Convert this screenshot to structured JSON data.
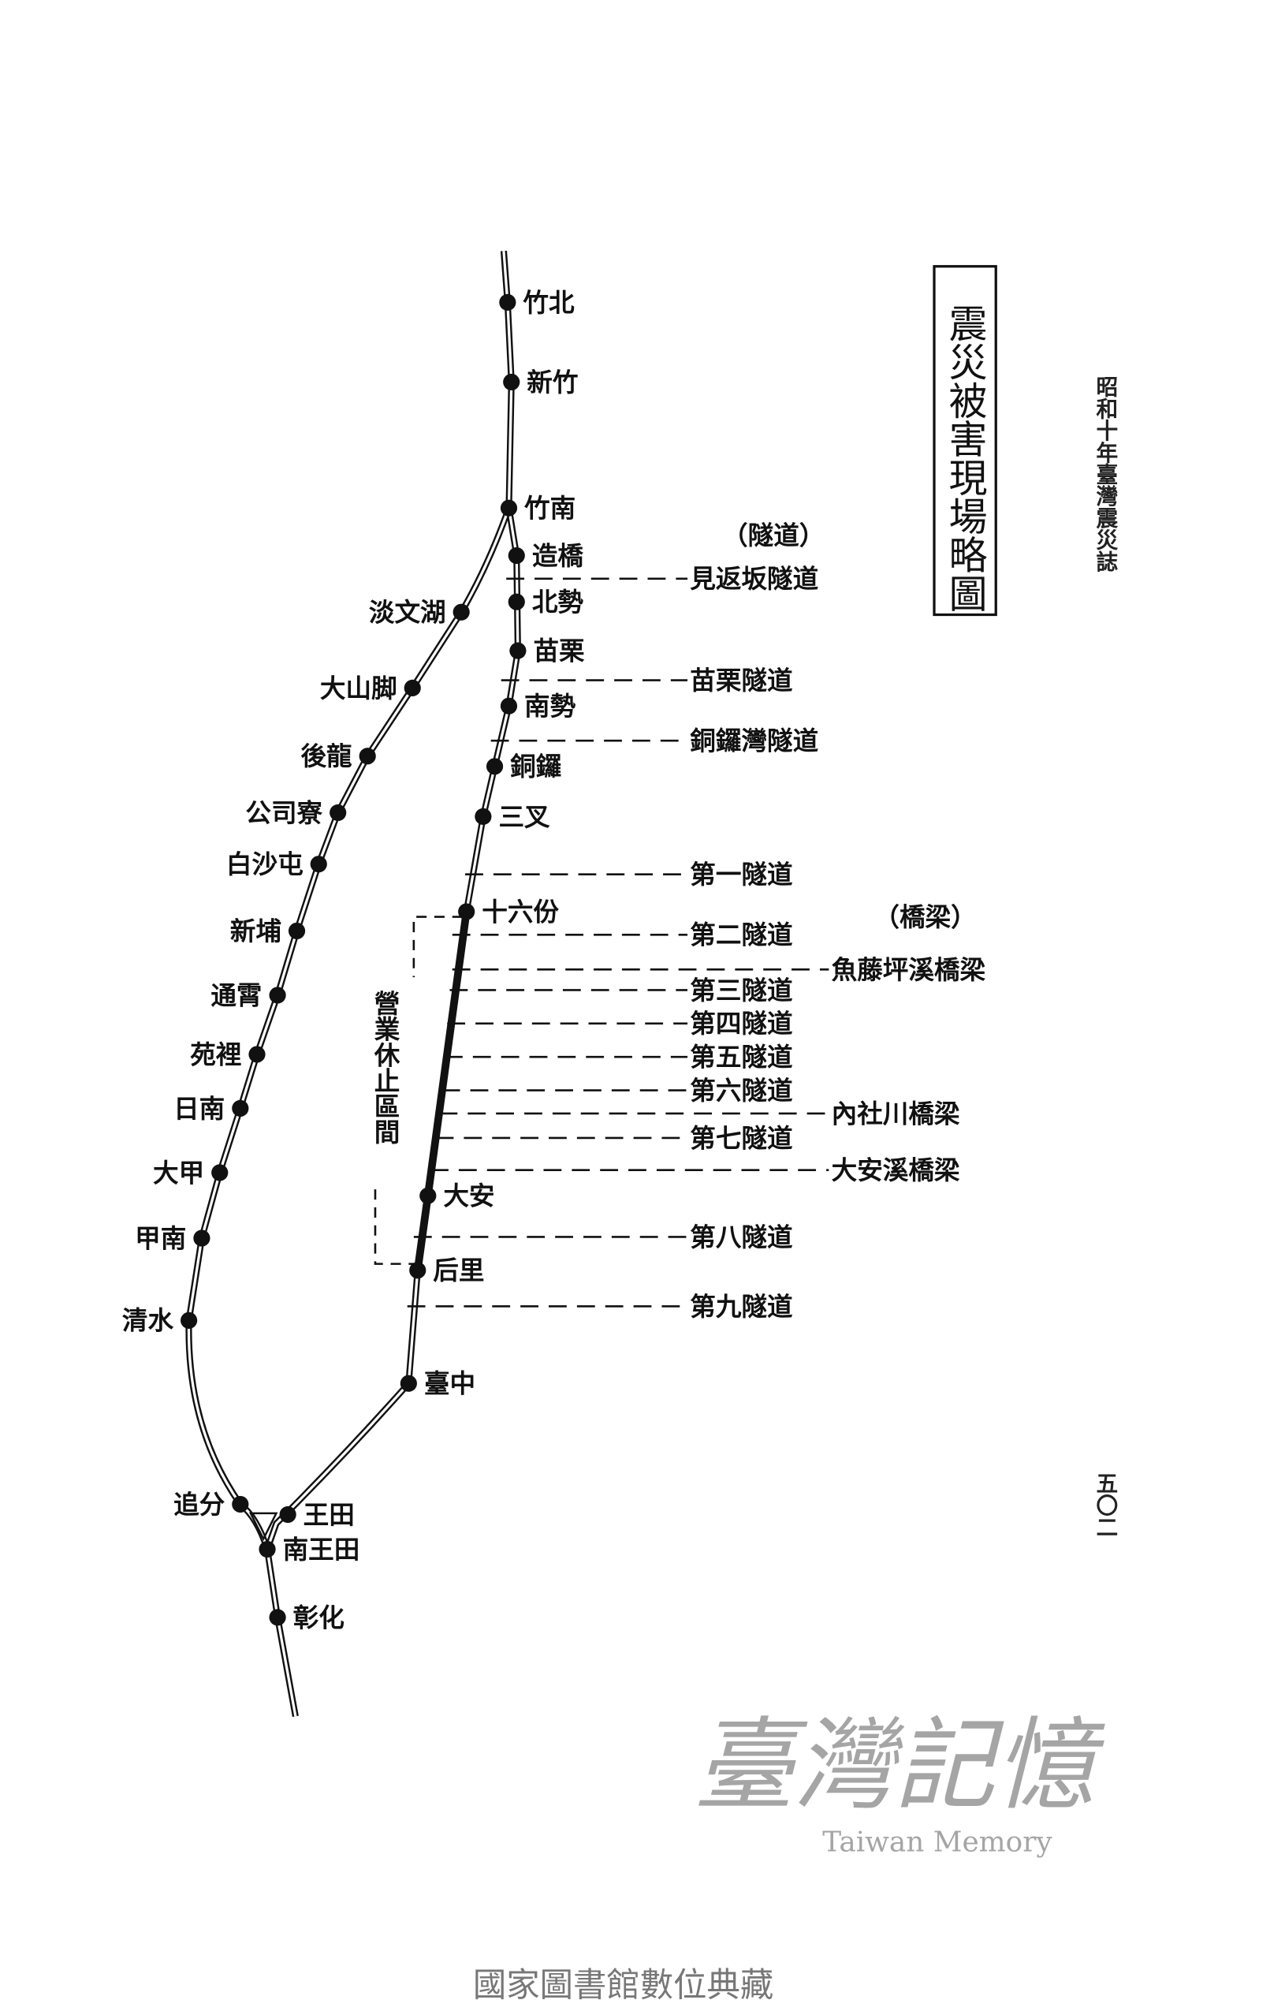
{
  "title": "震災被害現場略圖",
  "book_title": "昭和十年臺灣震災誌",
  "page_number": "五〇二",
  "footer": "國家圖書館數位典藏",
  "watermark": {
    "chinese": "臺灣記憶",
    "english": "Taiwan Memory"
  },
  "legend": {
    "tunnels_heading": "（隧道）",
    "bridges_heading": "（橋梁）"
  },
  "suspended_section_label": "營業休止區間",
  "stations": [
    "竹北",
    "新竹",
    "竹南",
    "造橋",
    "北勢",
    "苗栗",
    "南勢",
    "銅鑼",
    "三叉",
    "十六份",
    "大安",
    "后里",
    "臺中",
    "王田",
    "南王田",
    "彰化",
    "淡文湖",
    "大山脚",
    "後龍",
    "公司寮",
    "白沙屯",
    "新埔",
    "通霄",
    "苑裡",
    "日南",
    "大甲",
    "甲南",
    "清水",
    "追分"
  ],
  "structures": [
    "見返坂隧道",
    "苗栗隧道",
    "銅鑼灣隧道",
    "第一隧道",
    "第二隧道",
    "魚藤坪溪橋梁",
    "第三隧道",
    "第四隧道",
    "第五隧道",
    "第六隧道",
    "內社川橋梁",
    "第七隧道",
    "大安溪橋梁",
    "第八隧道",
    "第九隧道"
  ]
}
